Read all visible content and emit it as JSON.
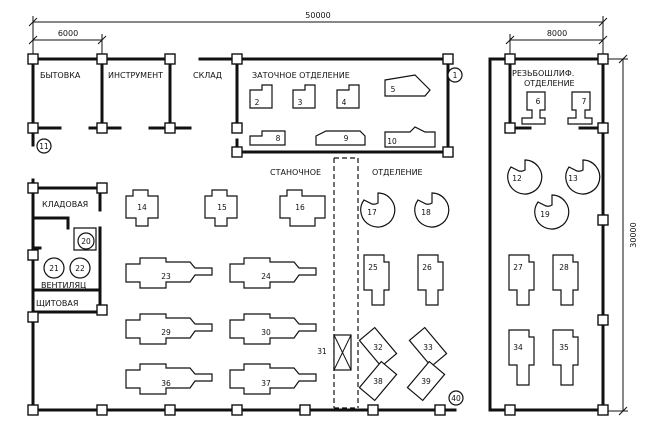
{
  "dimensions": {
    "total_width": "50000",
    "left_bay": "6000",
    "right_bay": "8000",
    "height": "30000"
  },
  "rooms": {
    "bytovka": "БЫТОВКА",
    "instrument": "ИНСТРУМЕНТ",
    "sklad": "СКЛАД",
    "zatochnoe": "ЗАТОЧНОЕ ОТДЕЛЕНИЕ",
    "stanochnoe": "СТАНОЧНОЕ",
    "otdelenie": "ОТДЕЛЕНИЕ",
    "kladovaya": "КЛАДОВАЯ",
    "ventilyats": "ВЕНТИЛЯЦ",
    "shchitovaya": "ЩИТОВАЯ",
    "rezbo_line1": "РЕЗЬБОШЛИФ.",
    "rezbo_line2": "ОТДЕЛЕНИЕ"
  },
  "machines": {
    "m1": "1",
    "m2": "2",
    "m3": "3",
    "m4": "4",
    "m5": "5",
    "m6": "6",
    "m7": "7",
    "m8": "8",
    "m9": "9",
    "m10": "10",
    "m11": "11",
    "m12": "12",
    "m13": "13",
    "m14": "14",
    "m15": "15",
    "m16": "16",
    "m17": "17",
    "m18": "18",
    "m19": "19",
    "m20": "20",
    "m21": "21",
    "m22": "22",
    "m23": "23",
    "m24": "24",
    "m25": "25",
    "m26": "26",
    "m27": "27",
    "m28": "28",
    "m29": "29",
    "m30": "30",
    "m31": "31",
    "m32": "32",
    "m33": "33",
    "m34": "34",
    "m35": "35",
    "m36": "36",
    "m37": "37",
    "m38": "38",
    "m39": "39",
    "m40": "40"
  }
}
